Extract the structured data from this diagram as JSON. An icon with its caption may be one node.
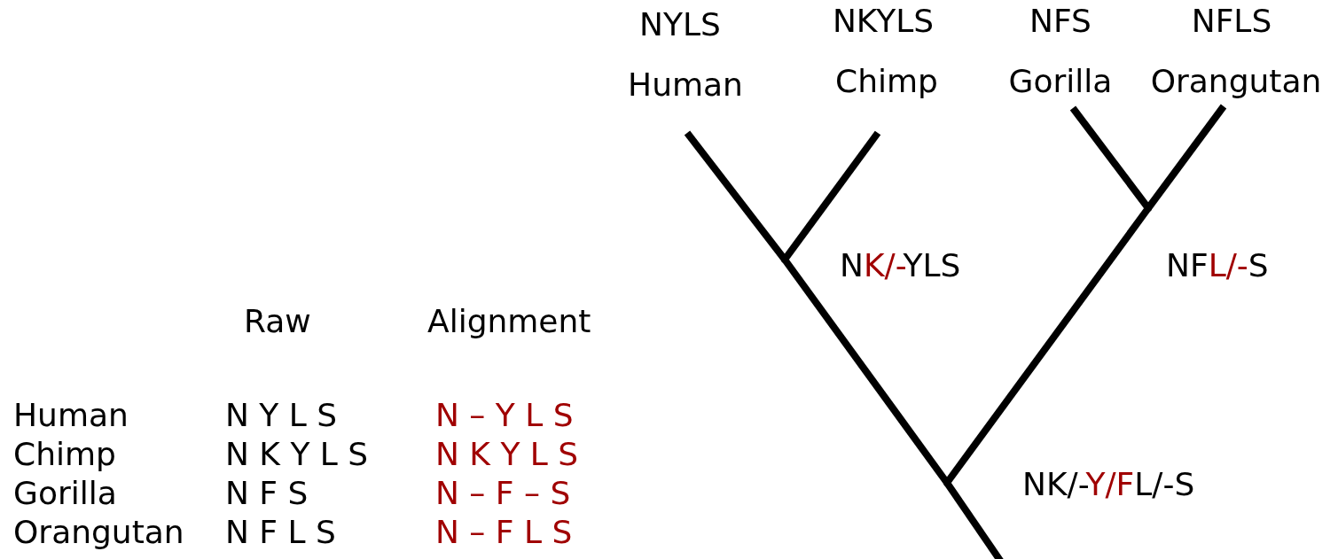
{
  "diagram": {
    "nodes": [
      {
        "text": [
          "NYLS",
          "Human"
        ]
      },
      {
        "text": [
          "NKYLS",
          "Chimp"
        ]
      },
      {
        "text": [
          "NFS",
          "Gorilla"
        ]
      },
      {
        "text": [
          "NFLS",
          "Orangutan"
        ]
      },
      {
        "text": [],
        "shape": "circle",
        "beside": [
          "NK/-YLS"
        ]
      },
      {
        "text": [],
        "shape": "circle",
        "beside": [
          "NFL/-S"
        ]
      },
      {
        "text": [],
        "shape": "circle",
        "beside": [
          "NK/-Y/FL/-S"
        ]
      }
    ],
    "edges": [
      {
        "from": 0,
        "to": 4,
        "arrow": "none"
      },
      {
        "from": 1,
        "to": 4,
        "arrow": "none"
      },
      {
        "from": 2,
        "to": 5,
        "arrow": "none"
      },
      {
        "from": 3,
        "to": 5,
        "arrow": "none"
      },
      {
        "from": 4,
        "to": 6,
        "arrow": "none"
      },
      {
        "from": 5,
        "to": 6,
        "arrow": "none"
      },
      {
        "from": 6,
        "to": null,
        "arrow": "none"
      }
    ],
    "labels": [
      "Raw",
      "Alignment",
      "Human",
      "N Y L S",
      "N – Y L S",
      "Chimp",
      "N K Y L S",
      "N K Y L S",
      "Gorilla",
      "N F S",
      "N – F – S",
      "Orangutan",
      "N F L S",
      "N – F L S"
    ]
  }
}
